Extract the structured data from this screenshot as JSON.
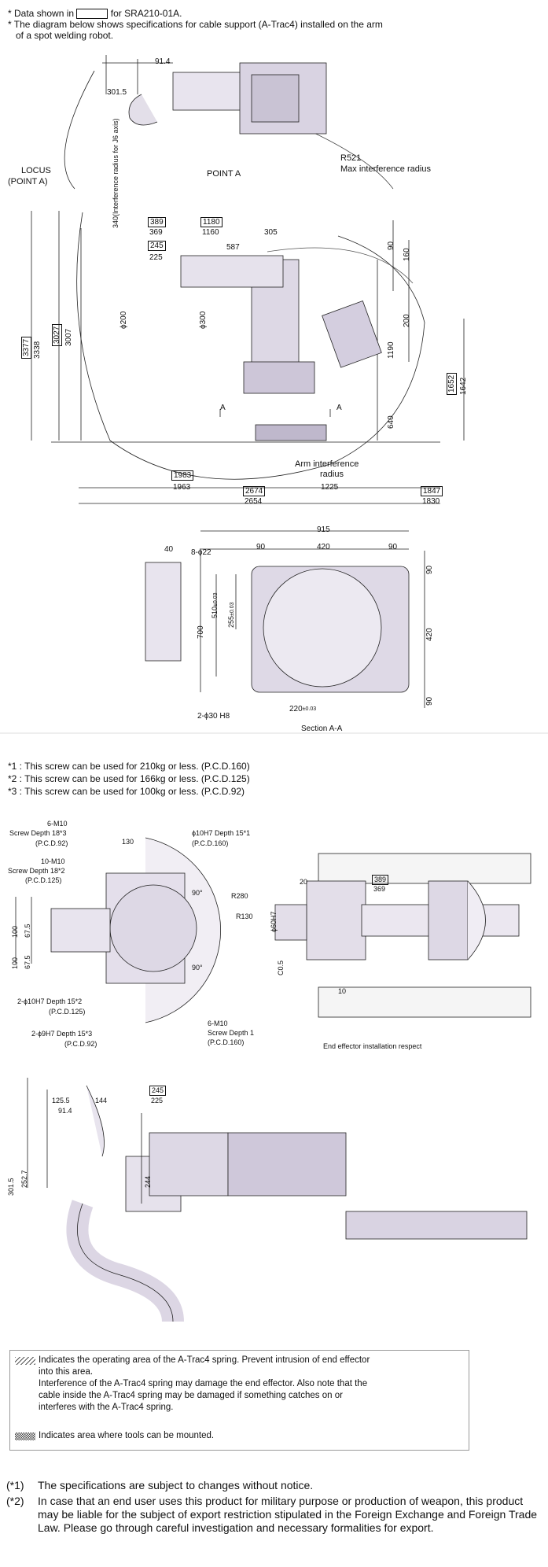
{
  "header_notes": {
    "line1_prefix": "* Data shown in",
    "line1_suffix": "for SRA210-01A.",
    "line2": "* The diagram below shows specifications for cable support (A-Trac4) installed on the arm",
    "line3": "of a spot welding robot."
  },
  "top_view": {
    "dim_301_5": "301.5",
    "dim_91_4": "91.4",
    "vertical_label": "340(Interference radius for J6 axis)",
    "locus_label_1": "LOCUS",
    "locus_label_2": "(POINT A)",
    "point_a": "POINT A",
    "r521": "R521",
    "max_interference": "Max interference radius"
  },
  "side_view": {
    "d389": "389",
    "d369": "369",
    "d1180": "1180",
    "d1160": "1160",
    "d305": "305",
    "d245": "245",
    "d225": "225",
    "d587": "587",
    "d90": "90",
    "d160": "160",
    "d200": "200",
    "d1190": "1190",
    "d640": "640",
    "phi200": "ϕ200",
    "phi300": "ϕ300",
    "d3377": "3377",
    "d3338": "3338",
    "d3027": "3027",
    "d3007": "3007",
    "d1652": "1652",
    "d1642": "1642",
    "section_a": "A",
    "arm_interference_1": "Arm interference",
    "arm_interference_2": "radius",
    "d1225": "1225",
    "d1983": "1983",
    "d1963": "1963",
    "d2674": "2674",
    "d2654": "2654",
    "d1847": "1847",
    "d1830": "1830"
  },
  "section_view": {
    "d915": "915",
    "d40": "40",
    "d90a": "90",
    "d420a": "420",
    "d90b": "90",
    "hole_8": "8-ϕ22",
    "d700": "700",
    "d510": "510",
    "tol510": "±0.03",
    "d255": "255",
    "tol255": "±0.03",
    "right_90a": "90",
    "right_420": "420",
    "right_90b": "90",
    "hole_2": "2-ϕ30 H8",
    "d220": "220",
    "tol220": "±0.03",
    "caption": "Section A-A"
  },
  "screw_notes": [
    "*1 : This screw can be used for 210kg or less. (P.C.D.160)",
    "*2 : This screw can be used for 166kg or less. (P.C.D.125)",
    "*3 : This screw can be used for 100kg or less. (P.C.D.92)"
  ],
  "flange_view": {
    "m6_a": "6-M10",
    "screw18_3": "Screw Depth 18*3",
    "pcd92_a": "(P.C.D.92)",
    "d130": "130",
    "phi10_1": "ϕ10H7 Depth 15*1",
    "pcd160_a": "(P.C.D.160)",
    "m10_10": "10-M10",
    "screw18_2": "Screw Depth 18*2",
    "pcd125_a": "(P.C.D.125)",
    "ang90a": "90°",
    "r280": "R280",
    "r130": "R130",
    "d100a": "100",
    "d67_5a": "67.5",
    "d100b": "100",
    "d67_5b": "67.5",
    "ang90b": "90°",
    "phi10_2": "2-ϕ10H7 Depth 15*2",
    "pcd125_b": "(P.C.D.125)",
    "phi9": "2-ϕ9H7 Depth 15*3",
    "pcd92_b": "(P.C.D.92)",
    "m6_b": "6-M10",
    "screw1": "Screw Depth 1",
    "pcd160_b": "(P.C.D.160)",
    "d20": "20",
    "d389": "389",
    "d369": "369",
    "phi60": "ϕ60H7",
    "c05": "C0.5",
    "d10": "10",
    "end_effector": "End effector installation respect"
  },
  "lower_view": {
    "d125_5": "125.5",
    "d91_4": "91.4",
    "d144": "144",
    "d245": "245",
    "d225": "225",
    "d301_5": "301.5",
    "d252_7": "252.7",
    "d244": "244"
  },
  "legend": {
    "hatch_line1": "Indicates the operating area of the A-Trac4 spring. Prevent intrusion of end effector",
    "hatch_line2": "into this area.",
    "hatch_line3": "Interference of the A-Trac4 spring may damage the end effector. Also note that the",
    "hatch_line4": "cable inside the A-Trac4 spring may be damaged if something catches on or",
    "hatch_line5": "interferes with the A-Trac4 spring.",
    "tool_line": "Indicates area where tools can be mounted."
  },
  "footnotes": [
    {
      "mark": "(*1)",
      "text": "The specifications are subject to changes without notice."
    },
    {
      "mark": "(*2)",
      "text": "In case that an end user uses this product for military purpose or production of weapon, this product may be liable for the subject of export restriction stipulated in the Foreign Exchange and Foreign Trade Law. Please go through careful investigation and necessary formalities for export."
    }
  ]
}
